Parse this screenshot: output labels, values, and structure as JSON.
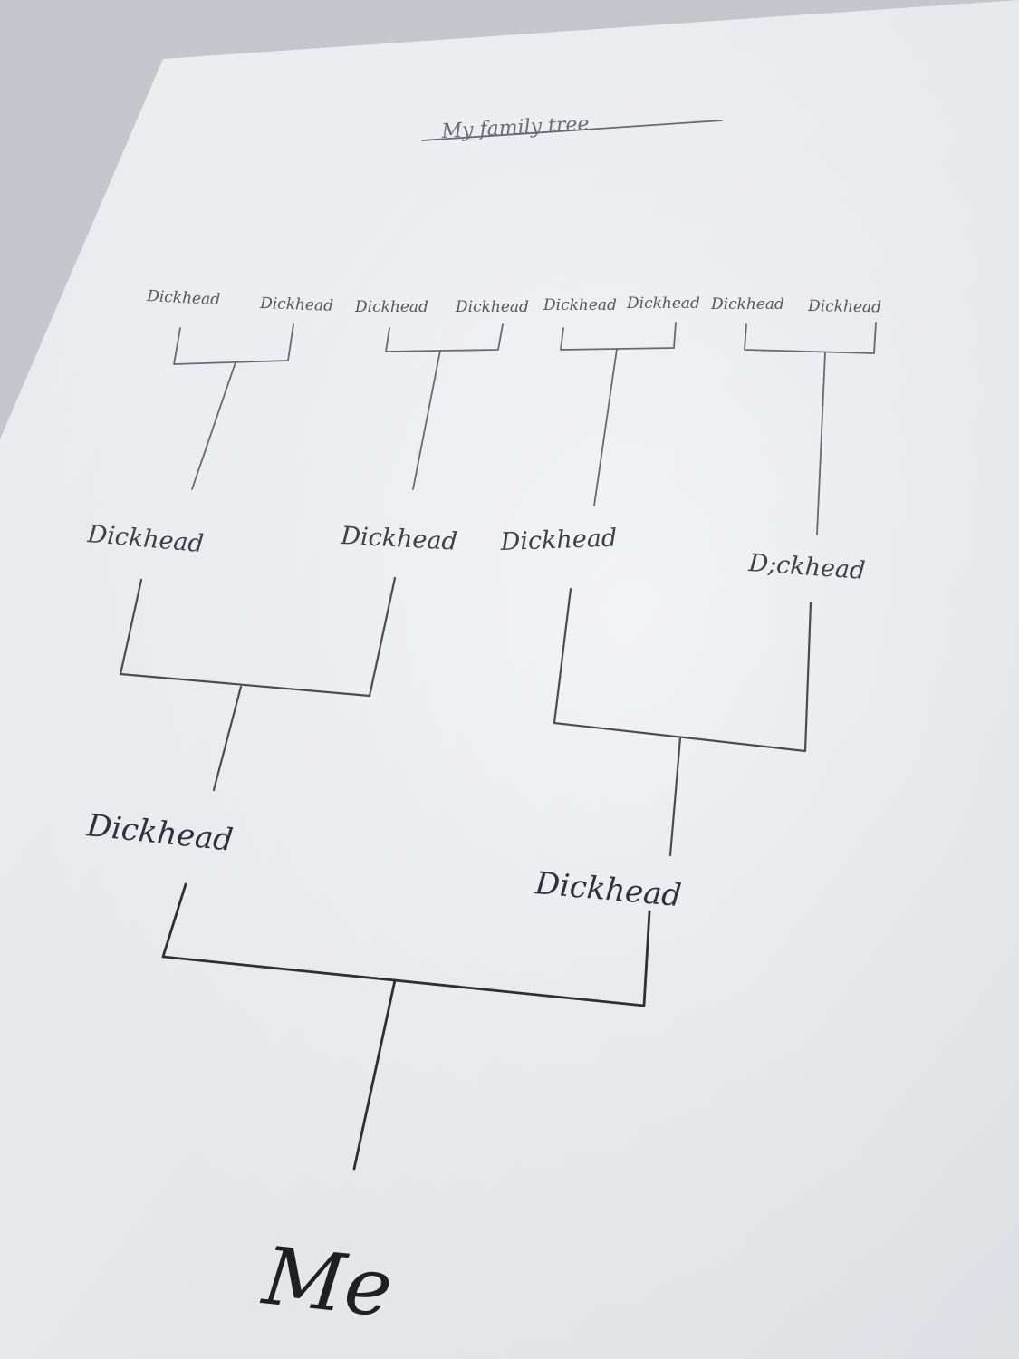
{
  "paper": {
    "title": "My family tree",
    "grandparents": [
      "Dickhead",
      "Dickhead",
      "Dickhead",
      "Dickhead",
      "Dickhead",
      "Dickhead",
      "Dickhead",
      "Dickhead"
    ],
    "great_parents": [
      "Dickhead",
      "Dickhead",
      "Dickhead",
      "D;ckhead"
    ],
    "parents": [
      "Dickhead",
      "Dickhead"
    ],
    "self": "Me"
  },
  "colors": {
    "background": "#c9cbcf",
    "paper": "#f2f3f5",
    "pencil": "#4a4c51"
  }
}
